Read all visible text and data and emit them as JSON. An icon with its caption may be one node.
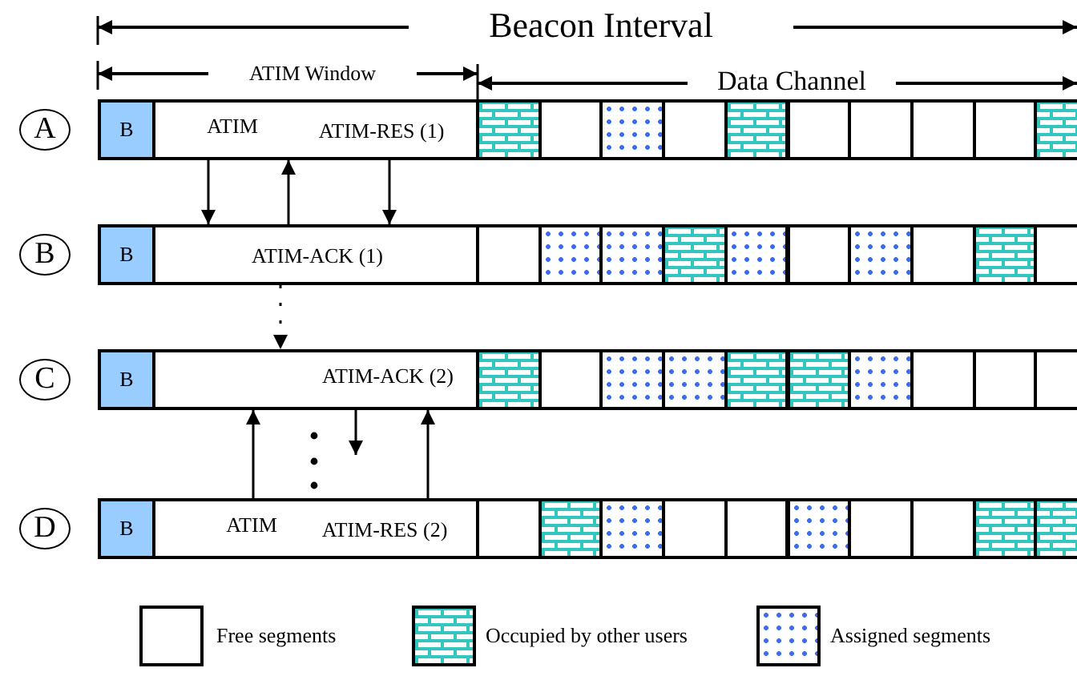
{
  "diagram": {
    "nodes": [
      {
        "text": [
          "A"
        ]
      },
      {
        "text": [
          "B"
        ]
      },
      {
        "text": [
          "ATIM",
          "ATIM-RES (1)"
        ]
      },
      {
        "text": [],
        "shape": "box"
      },
      {
        "text": [],
        "shape": "box"
      },
      {
        "text": [],
        "shape": "box"
      },
      {
        "text": [],
        "shape": "box"
      },
      {
        "text": [],
        "shape": "box"
      },
      {
        "text": [],
        "shape": "box"
      },
      {
        "text": [],
        "shape": "box"
      },
      {
        "text": [],
        "shape": "box"
      },
      {
        "text": [],
        "shape": "box"
      },
      {
        "text": [],
        "shape": "box"
      },
      {
        "text": [
          "B"
        ]
      },
      {
        "text": [
          "B"
        ]
      },
      {
        "text": [
          "ATIM-ACK (1)"
        ]
      },
      {
        "text": [],
        "shape": "box"
      },
      {
        "text": [],
        "shape": "box"
      },
      {
        "text": [],
        "shape": "box"
      },
      {
        "text": [],
        "shape": "box"
      },
      {
        "text": [],
        "shape": "box"
      },
      {
        "text": [],
        "shape": "box"
      },
      {
        "text": [],
        "shape": "box"
      },
      {
        "text": [],
        "shape": "box"
      },
      {
        "text": [],
        "shape": "box"
      },
      {
        "text": [],
        "shape": "box"
      },
      {
        "text": [
          "C"
        ]
      },
      {
        "text": [
          "B"
        ]
      },
      {
        "text": [
          "ATIM-ACK (2)"
        ]
      },
      {
        "text": [],
        "shape": "box"
      },
      {
        "text": [],
        "shape": "box"
      },
      {
        "text": [],
        "shape": "box"
      },
      {
        "text": [],
        "shape": "box"
      },
      {
        "text": [],
        "shape": "box"
      },
      {
        "text": [],
        "shape": "box"
      },
      {
        "text": [],
        "shape": "box"
      },
      {
        "text": [],
        "shape": "box"
      },
      {
        "text": [],
        "shape": "box"
      },
      {
        "text": [],
        "shape": "box"
      },
      {
        "text": [
          "D"
        ]
      },
      {
        "text": [
          "B"
        ]
      },
      {
        "text": [
          "ATIM",
          "ATIM-RES (2)"
        ]
      },
      {
        "text": [],
        "shape": "box"
      },
      {
        "text": [],
        "shape": "box"
      },
      {
        "text": [],
        "shape": "box"
      },
      {
        "text": [],
        "shape": "box"
      },
      {
        "text": [],
        "shape": "box"
      },
      {
        "text": [],
        "shape": "box"
      },
      {
        "text": [],
        "shape": "box"
      },
      {
        "text": [],
        "shape": "box"
      },
      {
        "text": [],
        "shape": "box"
      },
      {
        "text": [],
        "shape": "box"
      }
    ],
    "edges": [
      {
        "from": 2,
        "to": 15,
        "arrow": "to"
      },
      {
        "from": 15,
        "to": 2,
        "arrow": "to"
      },
      {
        "from": 2,
        "to": 15,
        "arrow": "to"
      },
      {
        "from": 15,
        "to": 28,
        "arrow": "to",
        "style": "dashed"
      },
      {
        "from": 28,
        "to": null,
        "arrow": "to"
      },
      {
        "from": 41,
        "to": 28,
        "arrow": "to"
      },
      {
        "from": 41,
        "to": 28,
        "arrow": "to"
      }
    ],
    "labels": [
      "Beacon Interval",
      "ATIM Window",
      "Data Channel"
    ],
    "legend": [
      {
        "text": "Free segments",
        "color": "#ffffff"
      },
      {
        "text": "Occupied by other users"
      },
      {
        "text": "Assigned segments"
      }
    ]
  }
}
